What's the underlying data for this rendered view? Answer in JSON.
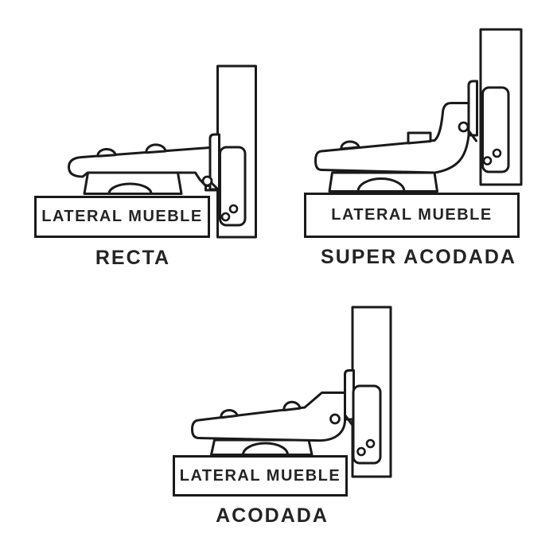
{
  "page": {
    "background": "#ffffff",
    "line_color": "#1a1a1a",
    "text_color": "#242424"
  },
  "diagrams": [
    {
      "id": "recta",
      "caption": "RECTA",
      "panel_label": "LATERAL MUEBLE"
    },
    {
      "id": "super-acodada",
      "caption": "SUPER ACODADA",
      "panel_label": "LATERAL MUEBLE"
    },
    {
      "id": "acodada",
      "caption": "ACODADA",
      "panel_label": "LATERAL MUEBLE"
    }
  ]
}
